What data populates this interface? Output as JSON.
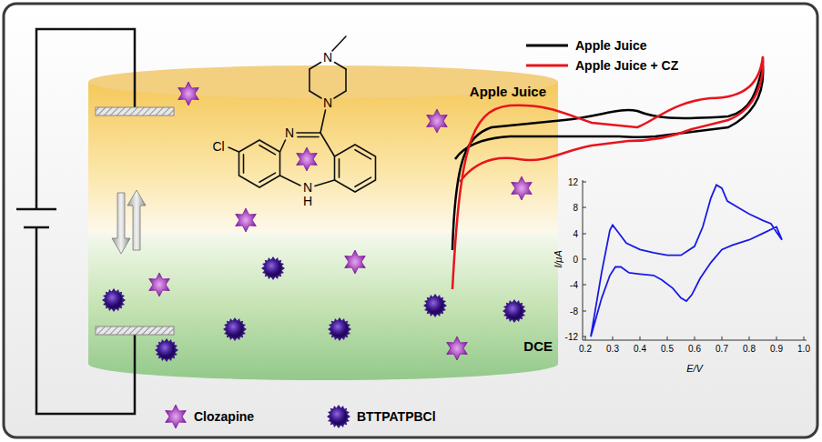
{
  "diagram": {
    "nodes": [
      {
        "text": [
          "Apple Juice"
        ]
      },
      {
        "text": [
          "DCE"
        ]
      }
    ],
    "labels": [
      "Cl",
      "N",
      "N",
      "N",
      "N",
      "H",
      "12",
      "8",
      "4",
      "0",
      "-4",
      "-8",
      "-12",
      "0.2",
      "0.3",
      "0.4",
      "0.5",
      "0.6",
      "0.7",
      "0.8",
      "0.9",
      "1.0",
      "I/μA",
      "E/V"
    ],
    "legend": [
      {
        "text": "Apple Juice"
      },
      {
        "text": "Apple Juice + CZ"
      },
      {
        "text": "Clozapine"
      },
      {
        "text": "BTTPATPBCl"
      }
    ]
  }
}
